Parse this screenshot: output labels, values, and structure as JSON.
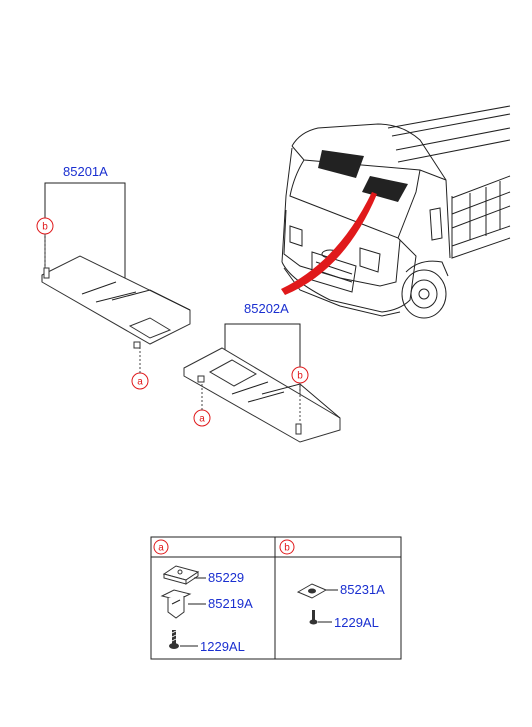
{
  "labels": {
    "left_visor": "85201A",
    "right_visor": "85202A",
    "ref_a": "a",
    "ref_b": "b"
  },
  "legend": {
    "a": {
      "header": "a",
      "parts": [
        "85229",
        "85219A",
        "1229AL"
      ]
    },
    "b": {
      "header": "b",
      "parts": [
        "85231A",
        "1229AL"
      ]
    }
  },
  "colors": {
    "part_number": "#1a2fd0",
    "reference_circle": "#e0191b",
    "highlight": "#e0191b",
    "visor_area": "#222222"
  },
  "icons": [
    "truck-icon",
    "left-sun-visor-icon",
    "right-sun-visor-icon",
    "clip-icon",
    "bracket-icon",
    "screw-icon",
    "retainer-icon"
  ]
}
